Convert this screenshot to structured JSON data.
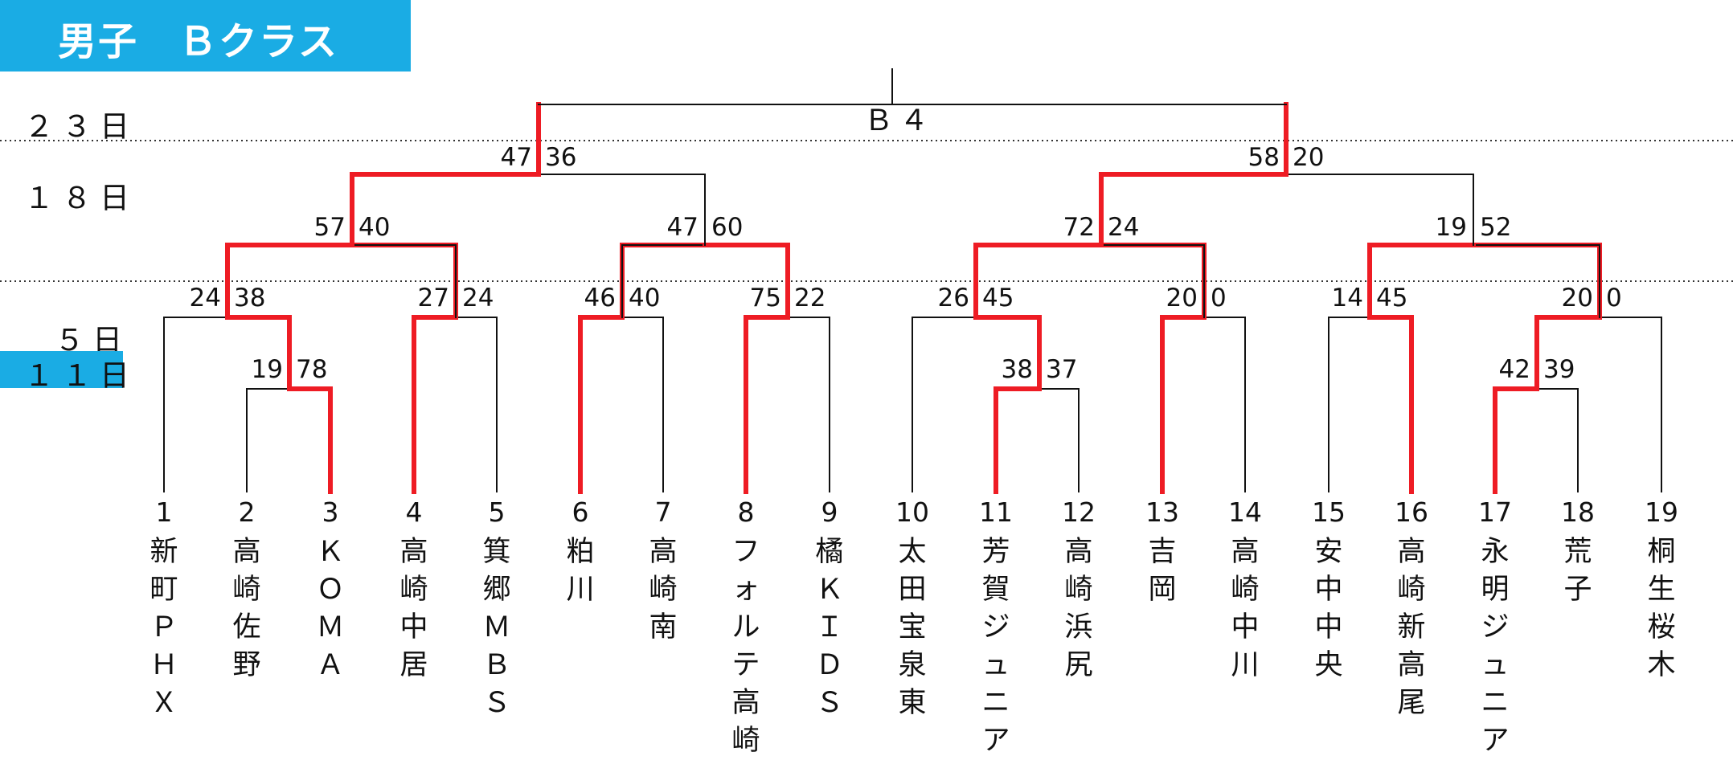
{
  "title": "男子　Ｂクラス",
  "days": [
    "２３日",
    "１８日",
    "５日",
    "１１日"
  ],
  "final_label": "Ｂ４",
  "colors": {
    "accent": "#1aace4",
    "winner_line": "#ee1c24",
    "line": "#111111"
  },
  "teams": [
    {
      "num": "1",
      "name": "新\n町\nＰ\nＨ\nＸ"
    },
    {
      "num": "2",
      "name": "高\n崎\n佐\n野"
    },
    {
      "num": "3",
      "name": "Ｋ\nＯ\nＭ\nＡ"
    },
    {
      "num": "4",
      "name": "高\n崎\n中\n居"
    },
    {
      "num": "5",
      "name": "箕\n郷\nＭ\nＢ\nＳ"
    },
    {
      "num": "6",
      "name": "粕\n川"
    },
    {
      "num": "7",
      "name": "高\n崎\n南"
    },
    {
      "num": "8",
      "name": "フ\nォ\nル\nテ\n高\n崎"
    },
    {
      "num": "9",
      "name": "橘\nＫ\nＩ\nＤ\nＳ"
    },
    {
      "num": "10",
      "name": "太\n田\n宝\n泉\n東"
    },
    {
      "num": "11",
      "name": "芳\n賀\nジ\nュ\nニ\nア"
    },
    {
      "num": "12",
      "name": "高\n崎\n浜\n尻"
    },
    {
      "num": "13",
      "name": "吉\n岡"
    },
    {
      "num": "14",
      "name": "高\n崎\n中\n川"
    },
    {
      "num": "15",
      "name": "安\n中\n中\n央"
    },
    {
      "num": "16",
      "name": "高\n崎\n新\n高\n尾"
    },
    {
      "num": "17",
      "name": "永\n明\nジ\nュ\nニ\nア"
    },
    {
      "num": "18",
      "name": "荒\n子"
    },
    {
      "num": "19",
      "name": "桐\n生\n桜\n木"
    }
  ],
  "matches": [
    {
      "id": "p1",
      "left_score": "19",
      "right_score": "78"
    },
    {
      "id": "p2",
      "left_score": "38",
      "right_score": "37"
    },
    {
      "id": "p3",
      "left_score": "42",
      "right_score": "39"
    },
    {
      "id": "r1",
      "left_score": "24",
      "right_score": "38"
    },
    {
      "id": "r2",
      "left_score": "27",
      "right_score": "24"
    },
    {
      "id": "r3",
      "left_score": "46",
      "right_score": "40"
    },
    {
      "id": "r4",
      "left_score": "75",
      "right_score": "22"
    },
    {
      "id": "r5",
      "left_score": "26",
      "right_score": "45"
    },
    {
      "id": "r6",
      "left_score": "20",
      "right_score": "0"
    },
    {
      "id": "r7",
      "left_score": "14",
      "right_score": "45"
    },
    {
      "id": "r8",
      "left_score": "20",
      "right_score": "0"
    },
    {
      "id": "q1",
      "left_score": "57",
      "right_score": "40"
    },
    {
      "id": "q2",
      "left_score": "47",
      "right_score": "60"
    },
    {
      "id": "q3",
      "left_score": "72",
      "right_score": "24"
    },
    {
      "id": "q4",
      "left_score": "19",
      "right_score": "52"
    },
    {
      "id": "s1",
      "left_score": "47",
      "right_score": "36"
    },
    {
      "id": "s2",
      "left_score": "58",
      "right_score": "20"
    }
  ]
}
